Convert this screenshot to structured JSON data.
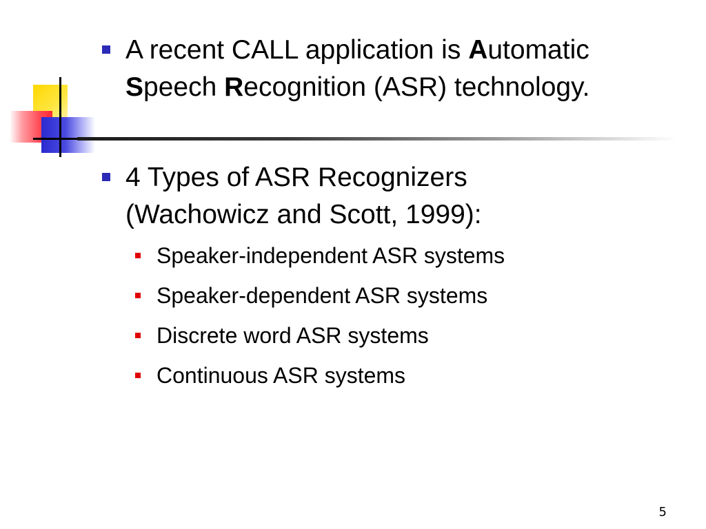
{
  "slide": {
    "bullets": [
      {
        "parts": [
          {
            "text": "A recent CALL application is ",
            "bold": false
          },
          {
            "text": "A",
            "bold": true
          },
          {
            "text": "utomatic ",
            "bold": false
          },
          {
            "text": "S",
            "bold": true
          },
          {
            "text": "peech ",
            "bold": false
          },
          {
            "text": "R",
            "bold": true
          },
          {
            "text": "ecognition (ASR) technology.",
            "bold": false
          }
        ]
      },
      {
        "line1": "4 Types of ASR Recognizers",
        "line2": "(Wachowicz and Scott, 1999):",
        "sub_items": [
          "Speaker-independent ASR systems",
          "Speaker-dependent ASR systems",
          "Discrete word ASR systems",
          "Continuous ASR systems"
        ]
      }
    ],
    "page_number": "5"
  },
  "colors": {
    "level1_bullet": "#2b2bb8",
    "level2_bullet": "#e00000"
  }
}
